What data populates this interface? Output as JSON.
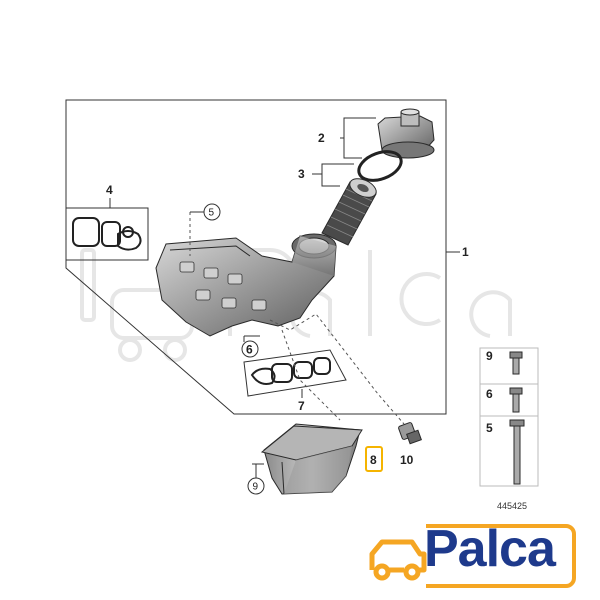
{
  "callouts": {
    "c1": "1",
    "c2": "2",
    "c3": "3",
    "c4": "4",
    "c5": "5",
    "c6": "6",
    "c7": "7",
    "c8": "8",
    "c9": "9",
    "c10": "10"
  },
  "legend": {
    "l9": "9",
    "l6": "6",
    "l5": "5"
  },
  "ref_number": "445425",
  "logo": {
    "text": "Palca",
    "accent_color": "#f5a623",
    "text_color": "#1e3a8c"
  },
  "highlight_color": "#f5b400"
}
